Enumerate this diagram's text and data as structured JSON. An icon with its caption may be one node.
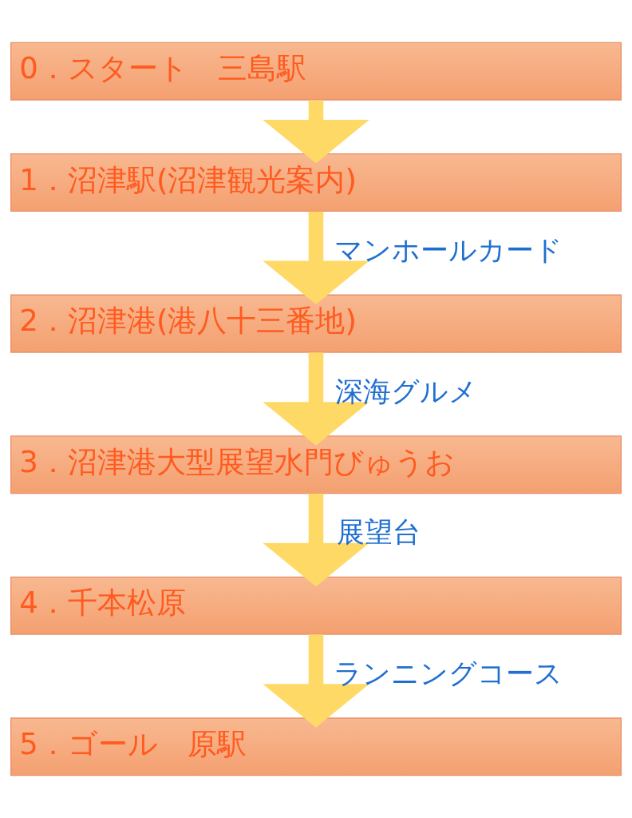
{
  "diagram": {
    "nodes": [
      {
        "text": [
          "0．スタート　三島駅"
        ]
      },
      {
        "text": [
          "1．沼津駅(沼津観光案内)"
        ]
      },
      {
        "text": [
          "2．沼津港(港八十三番地)"
        ]
      },
      {
        "text": [
          "3．沼津港大型展望水門びゅうお"
        ]
      },
      {
        "text": [
          "4．千本松原"
        ]
      },
      {
        "text": [
          "5．ゴール　原駅"
        ]
      }
    ],
    "edges": [
      {
        "from": 0,
        "to": 1,
        "arrow": "to"
      },
      {
        "from": 1,
        "to": 2,
        "arrow": "to",
        "label": "マンホールカード"
      },
      {
        "from": 2,
        "to": 3,
        "arrow": "to",
        "label": "深海グルメ"
      },
      {
        "from": 3,
        "to": 4,
        "arrow": "to",
        "label": "展望台"
      },
      {
        "from": 4,
        "to": 5,
        "arrow": "to",
        "label": "ランニングコース"
      }
    ]
  }
}
